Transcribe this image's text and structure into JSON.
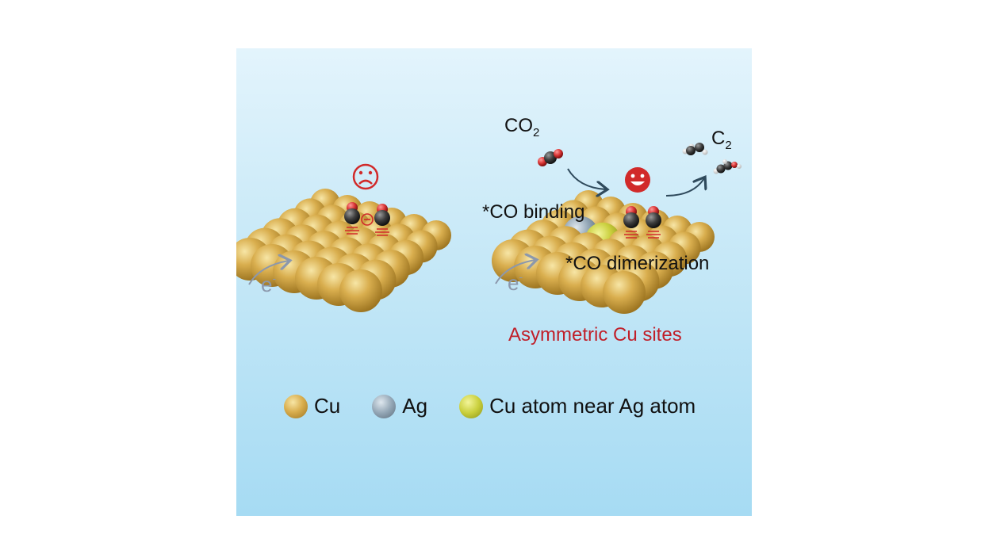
{
  "labels": {
    "co2": "CO",
    "co2_sub": "2",
    "c2": "C",
    "c2_sub": "2",
    "co_binding": "*CO binding",
    "co_dimerization": "*CO dimerization",
    "asymmetric": "Asymmetric Cu sites",
    "electron": "e",
    "electron_sup": "-"
  },
  "emoji": {
    "sad": "sad-face",
    "happy": "happy-face"
  },
  "legend": [
    {
      "label": "Cu",
      "color": "#d4a84a"
    },
    {
      "label": "Ag",
      "color": "#8fa3b3"
    },
    {
      "label": "Cu atom near Ag atom",
      "color": "#c6cf3c"
    }
  ],
  "colors": {
    "cu": "#d4a84a",
    "ag": "#8fa3b3",
    "cu_near_ag": "#c6cf3c",
    "emoji": "#d12a2a",
    "title_red": "#c0202a"
  }
}
